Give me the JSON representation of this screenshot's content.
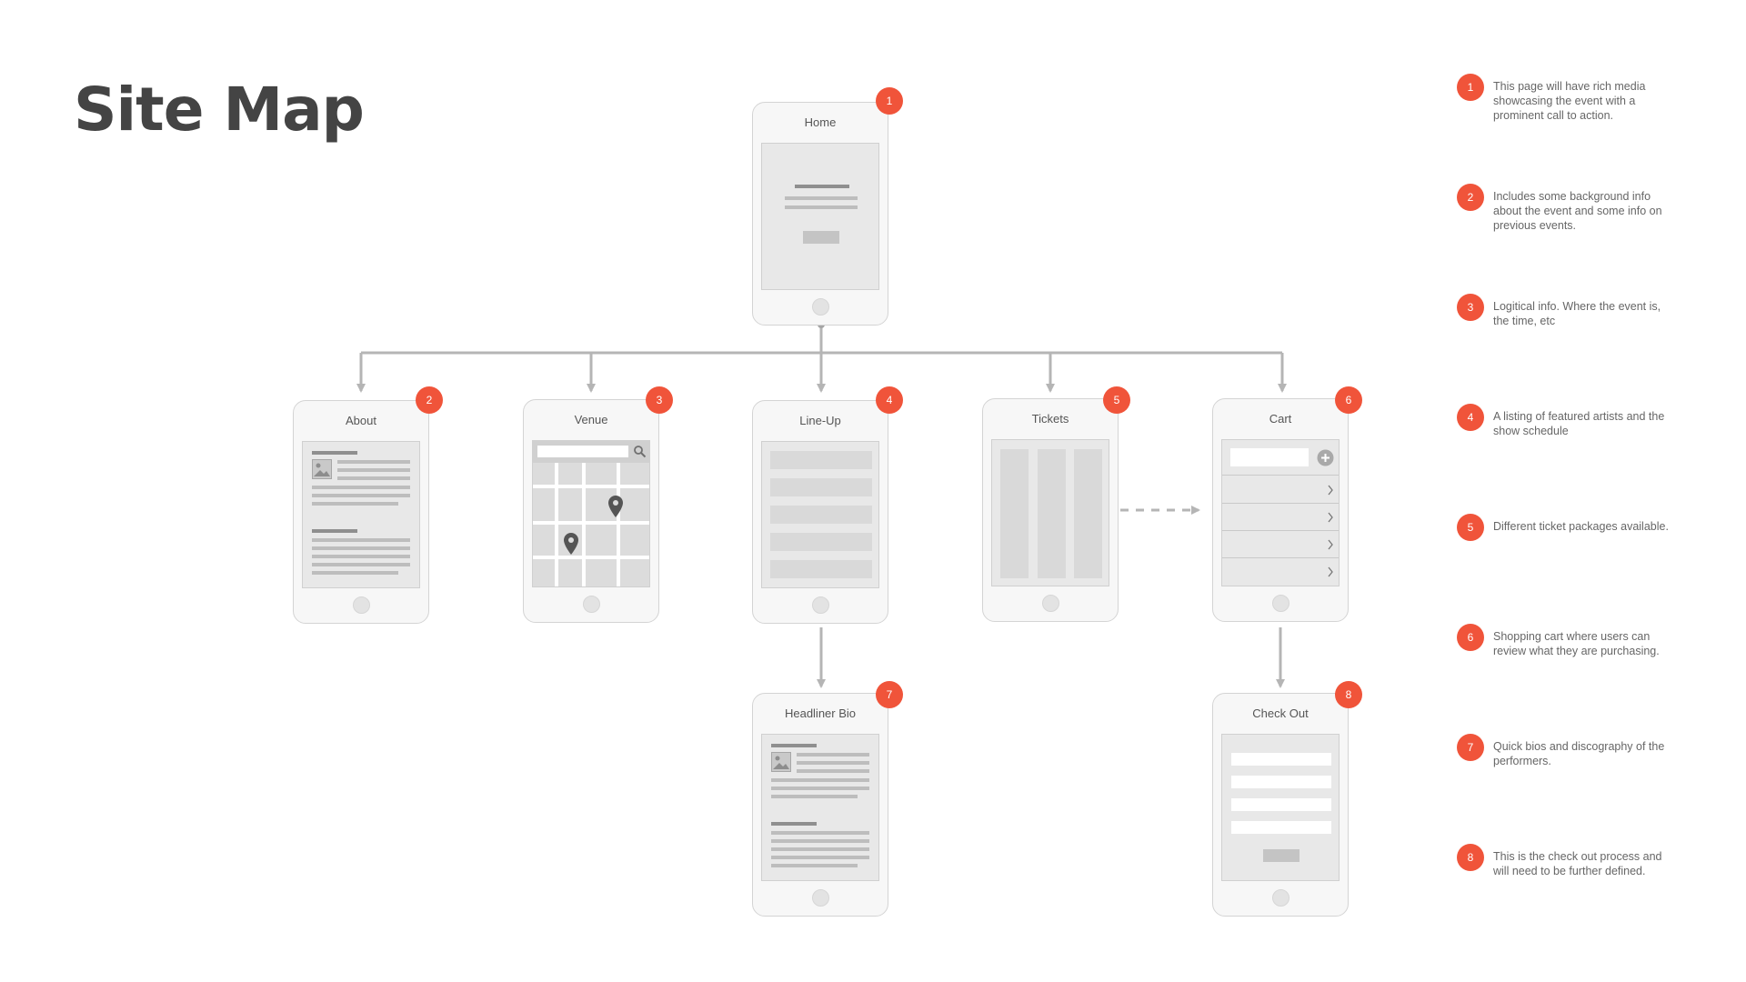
{
  "title": "Site Map",
  "pages": [
    {
      "label": "Home",
      "badge": "1"
    },
    {
      "label": "About",
      "badge": "2"
    },
    {
      "label": "Venue",
      "badge": "3"
    },
    {
      "label": "Line-Up",
      "badge": "4"
    },
    {
      "label": "Tickets",
      "badge": "5"
    },
    {
      "label": "Cart",
      "badge": "6"
    },
    {
      "label": "Headliner Bio",
      "badge": "7"
    },
    {
      "label": "Check Out",
      "badge": "8"
    }
  ],
  "notes": [
    {
      "number": "1",
      "text": "This page will have rich media showcasing the event with a prominent call to action."
    },
    {
      "number": "2",
      "text": "Includes some background info about the event and some info on previous events."
    },
    {
      "number": "3",
      "text": "Logitical info. Where the event is, the time, etc"
    },
    {
      "number": "4",
      "text": "A listing of featured artists and the show schedule"
    },
    {
      "number": "5",
      "text": "Different ticket packages available."
    },
    {
      "number": "6",
      "text": "Shopping cart where users can review what they are purchasing."
    },
    {
      "number": "7",
      "text": "Quick bios and discography of the performers."
    },
    {
      "number": "8",
      "text": "This is the check out process and will need to be further defined."
    }
  ],
  "colors": {
    "badge": "#f0543a",
    "connector": "#b5b5b5",
    "title": "#444444"
  },
  "icons": [
    "search-icon",
    "map-pin-icon",
    "image-icon",
    "plus-icon",
    "chevron-right-icon"
  ]
}
